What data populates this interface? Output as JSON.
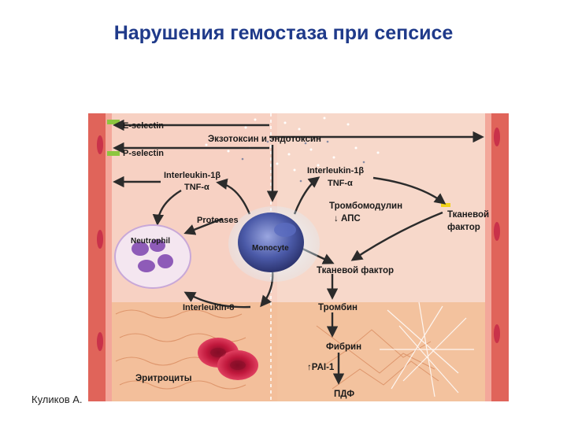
{
  "title": "Нарушения гемостаза при сепсисе",
  "author": "Куликов А.",
  "diagram": {
    "labels": {
      "e_selectin": "E-selectin",
      "p_selectin": "P-selectin",
      "toxins": "Экзотоксин и эндотоксин",
      "il1_left": "Interleukin-1β",
      "tnf_left": "TNF-α",
      "il1_right": "Interleukin-1β",
      "tnf_right": "TNF-α",
      "proteases": "Proteases",
      "neutrophil": "Neutrophil",
      "monocyte": "Monocyte",
      "thrombomodulin": "Тромбомодулин",
      "aps": "↓ АПС",
      "tissue_factor_wall_1": "Тканевой",
      "tissue_factor_wall_2": "фактор",
      "tissue_factor": "Тканевой фактор",
      "interleukin8": "Interleukin-8",
      "thrombin": "Тромбин",
      "fibrin": "Фибрин",
      "pai1": "↑PAI-1",
      "erythrocytes": "Эритроциты",
      "pdf": "ПДФ"
    },
    "colors": {
      "wall": "#e0645a",
      "wall_inner": "#f3a79a",
      "interior": "#f6d4c4",
      "tissue": "#f0b07a",
      "arrow": "#2b2b2b",
      "neutrophil_nucleus": "#8e5bb8",
      "monocyte": "#4b5aa8",
      "erythrocyte": "#c0183c",
      "selectin": "#8cc63f"
    }
  }
}
